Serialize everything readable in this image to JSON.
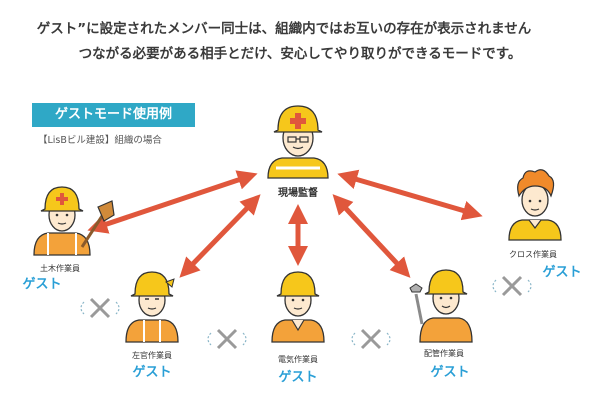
{
  "intro": {
    "line1": "ゲスト”に設定されたメンバー同士は、組織内ではお互いの存在が表示されません",
    "line2": "つながる必要がある相手とだけ、安心してやり取りができるモードです。"
  },
  "example": {
    "title": "ゲストモード使用例",
    "subtitle": "【LisBビル建設】組織の場合"
  },
  "people": {
    "supervisor": {
      "role": "現場監督"
    },
    "civil": {
      "role": "土木作業員",
      "badge": "ゲスト"
    },
    "plaster": {
      "role": "左官作業員",
      "badge": "ゲスト"
    },
    "electric": {
      "role": "電気作業員",
      "badge": "ゲスト"
    },
    "piping": {
      "role": "配管作業員",
      "badge": "ゲスト"
    },
    "cloth": {
      "role": "クロス作業員",
      "badge": "ゲスト"
    }
  },
  "colors": {
    "arrow": "#e0573c",
    "guest": "#2a9fd6",
    "helmet": "#f6c71b",
    "vest": "#f3a23a",
    "cross": "#9a9a9a"
  }
}
